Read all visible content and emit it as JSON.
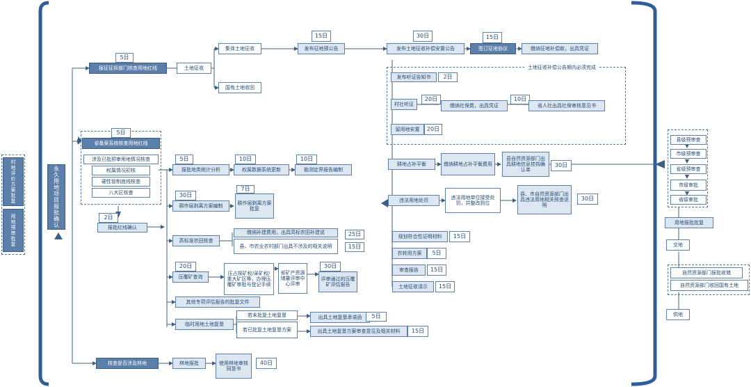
{
  "left_panel": {
    "box1": "村地评价方案批复",
    "box2": "用地预审批复"
  },
  "main_title": "永久用地项目报批确认",
  "branches": {
    "redline": "报征征拆部门核查用地红线",
    "land_acq": "土地征收",
    "collective": "集体土地征收",
    "state": "国有土地收回",
    "announce": "发布征地预公告",
    "comp_announce": "发布土地征收补偿安置公告",
    "agreement": "签订征地协议",
    "pay": "缴纳征地补偿款，出具凭证"
  },
  "must_complete_note": "土地征收补偿公告期内必须完成",
  "sub_tasks": {
    "hearing": "发布听证告知书",
    "village": "村社听证",
    "social": "缴纳社保费，出具凭证",
    "hr_opinion": "省人社出具社保审核意见书",
    "reserve": "留用地安置"
  },
  "verify": {
    "title": "省备案系统核查用地红线",
    "items": [
      "涉及已批预审用地情况核查",
      "权属情况初核",
      "硬性管制底线核查",
      "八大区核查"
    ]
  },
  "middle": {
    "stats": "报批地类统计分析",
    "db_update": "权属数据系统更新",
    "survey_report": "勘测定界报告编制",
    "farmland_plan": "耕作层剥离方案编制",
    "farmland_reply": "耕作层剥离方案批复",
    "redline_confirm": "报批红线确认",
    "high_std": "高标准农田核查",
    "high_std_a": "缴纳补建费用，出具高标农田补建说",
    "high_std_b": "县、市农业农村部门出具不涉及的相关说明",
    "mining": "压覆矿查询",
    "mining_a": "压占探矿权/采矿权/重大矿区等，办理压覆矿审批与登记手续",
    "mining_b": "省矿产资源储量评审中心评审",
    "mining_c": "评审通过的压覆矿评估报告",
    "other_special": "其他专项评估报告的批复文件",
    "temp_land": "临时用地土地复垦",
    "temp_a": "若未批复土地复垦",
    "temp_b": "若已批复土地复垦方案",
    "temp_a_out": "出具土地复垦承诺函",
    "temp_b_out": "出具土地复垦方案审查意见及相关材料",
    "forest": "核查是否涉及林地",
    "forest_approve": "林地报批",
    "forest_consent": "使用林地审核同意书"
  },
  "right_col": {
    "balance": "耕地占补平衡",
    "balance_fee": "缴纳耕地占补平衡费用",
    "balance_proof": "县自然资源部门出具耕地信息挂钩确认单",
    "illegal": "违法用地处罚",
    "illegal_action": "违法用地单位接受处罚，并整改到位",
    "illegal_proof": "县、市自然资源部门出具违法用地相关核查说明",
    "plan_cert": "规划符合性证明材料",
    "farm_conv": "农转用方案",
    "review": "审查报告",
    "levy_req": "土地征收请示"
  },
  "durations": {
    "d_redline": "5日",
    "d_announce": "15日",
    "d_comp": "30日",
    "d_agree": "15日",
    "d_hearing": "2日",
    "d_village": "20日",
    "d_hr": "10日",
    "d_reserve": "20日",
    "d_verify": "5日",
    "d_stats": "5日",
    "d_db": "10日",
    "d_survey": "10日",
    "d_farmplan": "30日",
    "d_farmreply": "7日",
    "d_confirm": "2日",
    "d_hs_a": "25日",
    "d_hs_b": "15日",
    "d_mining": "20日",
    "d_mining_c": "30日",
    "d_temp_a": "5日",
    "d_temp_b": "15日",
    "d_forest": "40日",
    "d_balance": "30日",
    "d_illegal": "30日",
    "d_plan": "15日",
    "d_conv": "5日",
    "d_review": "15日",
    "d_levy": "15日"
  },
  "approval": {
    "levels": [
      "县级预审查",
      "市级预审查",
      "省级预审查",
      "市级审批",
      "省级审批"
    ],
    "approved": "用地报批批复",
    "handover": "交地",
    "storage_a": "自然资源部门报批收储",
    "storage_b": "自然资源部门收回国有土地",
    "supply": "供地"
  },
  "colors": {
    "dark": "#5b7fa8",
    "light": "#dde7f2",
    "line": "#3c5f86",
    "bracket": "#2e5f9a"
  }
}
